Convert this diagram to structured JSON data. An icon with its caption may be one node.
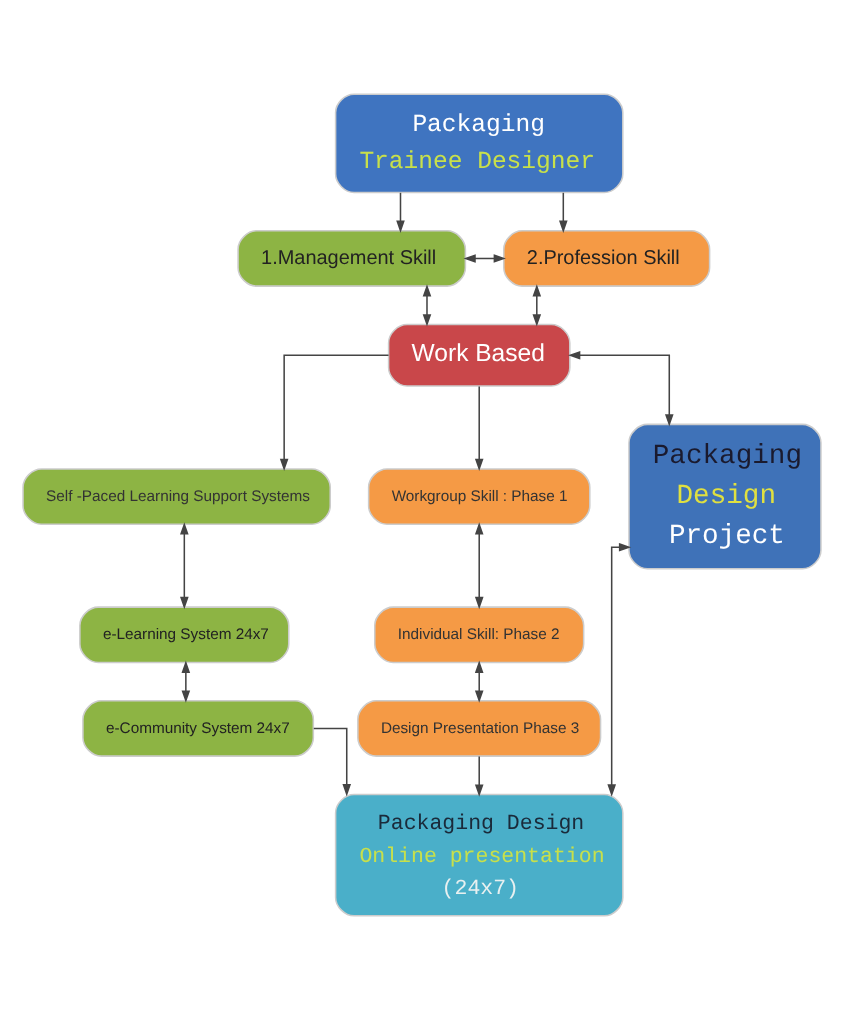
{
  "diagram": {
    "nodes": [
      {
        "text": [
          "Packaging",
          "Trainee Designer"
        ]
      },
      {
        "text": [
          "1.Management Skill"
        ]
      },
      {
        "text": [
          "2.Profession Skill"
        ]
      },
      {
        "text": [
          "Work Based"
        ]
      },
      {
        "text": [
          "Self -Paced Learning Support Systems"
        ]
      },
      {
        "text": [
          "e-Learning System 24x7"
        ]
      },
      {
        "text": [
          "e-Community System 24x7"
        ]
      },
      {
        "text": [
          "Workgroup Skill : Phase 1"
        ]
      },
      {
        "text": [
          "Individual Skill: Phase 2"
        ]
      },
      {
        "text": [
          "Design Presentation Phase 3"
        ]
      },
      {
        "text": [
          "Packaging",
          "Design",
          "Project"
        ]
      },
      {
        "text": [
          "Packaging Design",
          "Online presentation",
          "(24x7)"
        ]
      }
    ],
    "edges": [
      {
        "from": 0,
        "to": 1,
        "arrow": "to"
      },
      {
        "from": 0,
        "to": 2,
        "arrow": "to"
      },
      {
        "from": 1,
        "to": 2,
        "arrow": "both"
      },
      {
        "from": 1,
        "to": 3,
        "arrow": "both"
      },
      {
        "from": 2,
        "to": 3,
        "arrow": "both"
      },
      {
        "from": 3,
        "to": 4,
        "arrow": "to"
      },
      {
        "from": 3,
        "to": 7,
        "arrow": "to"
      },
      {
        "from": 3,
        "to": 10,
        "arrow": "both"
      },
      {
        "from": 4,
        "to": 5,
        "arrow": "both"
      },
      {
        "from": 5,
        "to": 6,
        "arrow": "both"
      },
      {
        "from": 7,
        "to": 8,
        "arrow": "both"
      },
      {
        "from": 8,
        "to": 9,
        "arrow": "both"
      },
      {
        "from": 10,
        "to": 11,
        "arrow": "both"
      },
      {
        "from": 6,
        "to": 11,
        "arrow": "to"
      },
      {
        "from": 9,
        "to": 11,
        "arrow": "to"
      }
    ]
  }
}
